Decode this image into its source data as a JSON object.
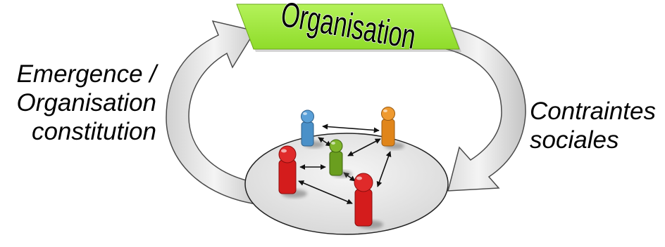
{
  "diagram": {
    "title_box": {
      "text": "Organisation",
      "fill": "#99ee33",
      "text_color": "#000000"
    },
    "left_label": {
      "lines": [
        "Emergence /",
        "Organisation",
        "constitution"
      ]
    },
    "right_label": {
      "lines": [
        "Contraintes",
        "sociales"
      ]
    },
    "agents": [
      {
        "color": "#4a90c8",
        "name": "agent-blue"
      },
      {
        "color": "#e0851a",
        "name": "agent-orange"
      },
      {
        "color": "#6a9e1f",
        "name": "agent-green"
      },
      {
        "color": "#d41c1c",
        "name": "agent-red-left"
      },
      {
        "color": "#d41c1c",
        "name": "agent-red-front"
      }
    ],
    "colors": {
      "arrow_fill": "#ececec",
      "arrow_stroke": "#4a4a4a",
      "disc_fill": "#e6e6e6",
      "disc_stroke": "#222222"
    }
  }
}
